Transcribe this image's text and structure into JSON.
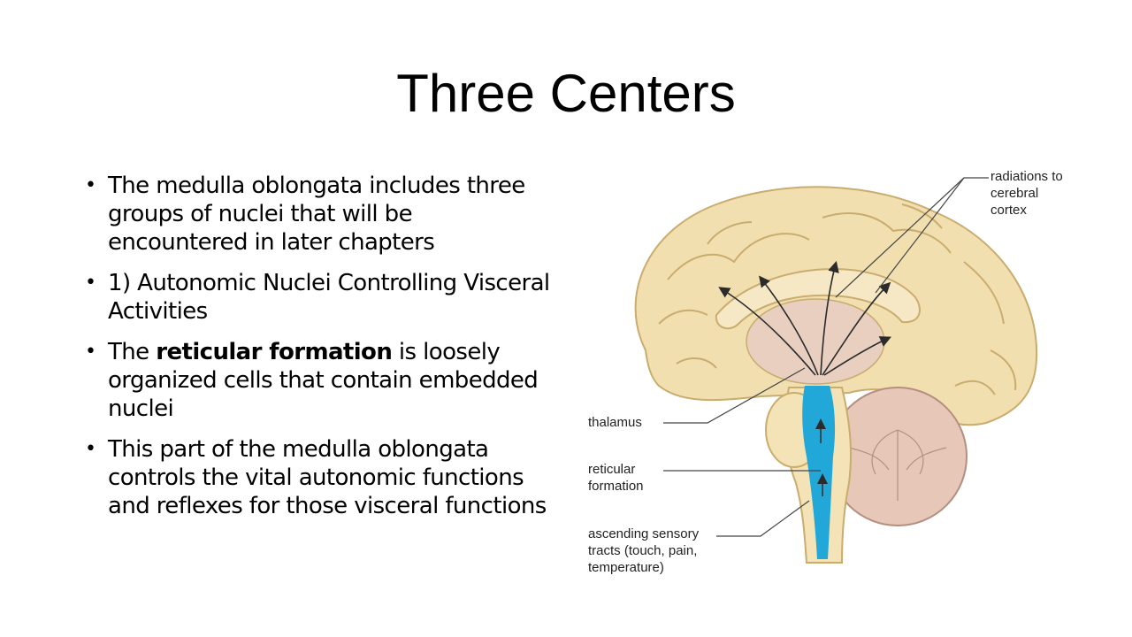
{
  "slide": {
    "title": "Three Centers",
    "bullets": [
      {
        "pre": "The medulla oblongata includes three groups of nuclei that will be encountered in later chapters",
        "bold": "",
        "post": ""
      },
      {
        "pre": "1) Autonomic Nuclei Controlling Visceral Activities",
        "bold": "",
        "post": ""
      },
      {
        "pre": "The ",
        "bold": "reticular formation",
        "post": " is loosely organized cells that contain embedded nuclei"
      },
      {
        "pre": "This part of the medulla oblongata controls the vital autonomic functions and reflexes for those visceral functions",
        "bold": "",
        "post": ""
      }
    ]
  },
  "figure": {
    "labels": {
      "radiations": "radiations to cerebral cortex",
      "thalamus": "thalamus",
      "reticular": "reticular formation",
      "ascending": "ascending sensory tracts (touch, pain, temperature)"
    },
    "colors": {
      "brain_fill": "#f1dfb0",
      "brain_stroke": "#c9ac6e",
      "cerebellum": "#e7c7b7",
      "brainstem": "#f3e3b6",
      "reticular": "#22a8d8",
      "arrow": "#2b2b2b"
    }
  }
}
